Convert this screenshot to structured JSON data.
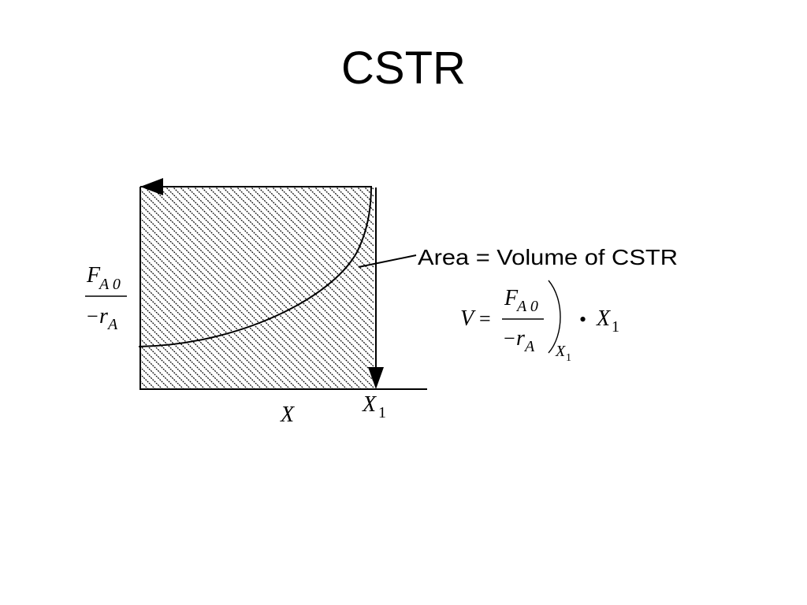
{
  "slide": {
    "title": "CSTR"
  },
  "diagram": {
    "y_axis_label": {
      "numerator_symbol": "F",
      "numerator_subscript": "A 0",
      "denominator_minus": "−",
      "denominator_symbol": "r",
      "denominator_subscript": "A"
    },
    "x_axis_label": "X",
    "x1_label": {
      "symbol": "X",
      "subscript": "1"
    },
    "annotation": "Area = Volume of CSTR",
    "equation": {
      "lhs": "V",
      "equals": "=",
      "numerator_symbol": "F",
      "numerator_subscript": "A 0",
      "denominator_minus": "−",
      "denominator_symbol": "r",
      "denominator_subscript": "A",
      "eval_symbol": "X",
      "eval_subscript": "1",
      "dot": "•",
      "rhs_symbol": "X",
      "rhs_subscript": "1"
    },
    "colors": {
      "line": "#000000",
      "hatch": "#000000",
      "background": "#ffffff"
    }
  }
}
